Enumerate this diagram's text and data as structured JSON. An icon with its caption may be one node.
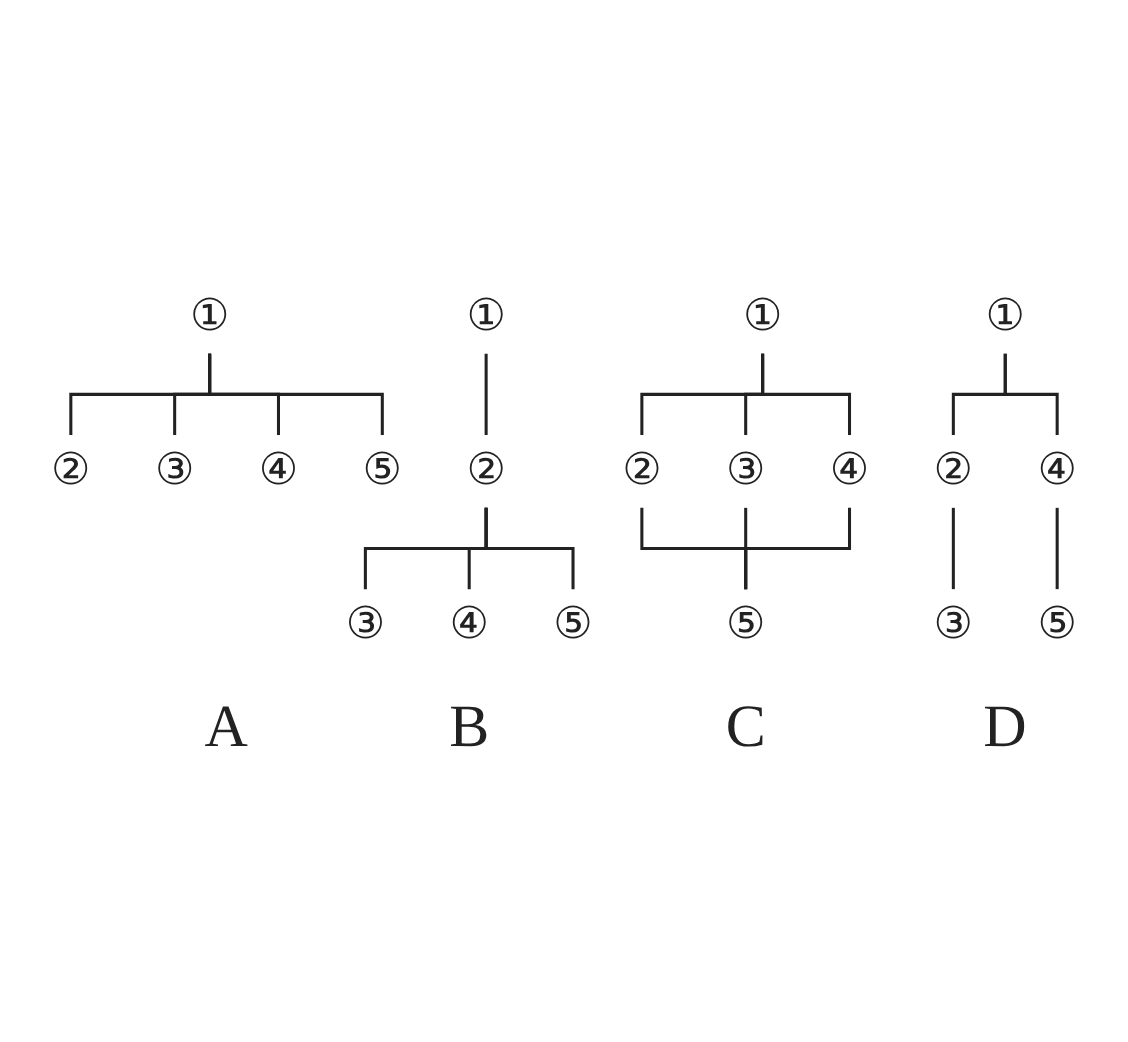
{
  "diagram": {
    "nodes": [
      {
        "text": [
          "①"
        ]
      },
      {
        "text": [
          "②"
        ]
      },
      {
        "text": [
          "③"
        ]
      },
      {
        "text": [
          "④"
        ]
      },
      {
        "text": [
          "⑤"
        ]
      },
      {
        "text": [
          "①"
        ]
      },
      {
        "text": [
          "②"
        ]
      },
      {
        "text": [
          "③"
        ]
      },
      {
        "text": [
          "④"
        ]
      },
      {
        "text": [
          "⑤"
        ]
      },
      {
        "text": [
          "①"
        ]
      },
      {
        "text": [
          "②"
        ]
      },
      {
        "text": [
          "③"
        ]
      },
      {
        "text": [
          "④"
        ]
      },
      {
        "text": [
          "⑤"
        ]
      },
      {
        "text": [
          "①"
        ]
      },
      {
        "text": [
          "②"
        ]
      },
      {
        "text": [
          "④"
        ]
      },
      {
        "text": [
          "③"
        ]
      },
      {
        "text": [
          "⑤"
        ]
      }
    ],
    "edges": [
      {
        "from": 0,
        "to": 1,
        "arrow": "none"
      },
      {
        "from": 0,
        "to": 2,
        "arrow": "none"
      },
      {
        "from": 0,
        "to": 3,
        "arrow": "none"
      },
      {
        "from": 0,
        "to": 4,
        "arrow": "none"
      },
      {
        "from": 5,
        "to": 6,
        "arrow": "none"
      },
      {
        "from": 6,
        "to": 7,
        "arrow": "none"
      },
      {
        "from": 6,
        "to": 8,
        "arrow": "none"
      },
      {
        "from": 6,
        "to": 9,
        "arrow": "none"
      },
      {
        "from": 10,
        "to": 11,
        "arrow": "none"
      },
      {
        "from": 10,
        "to": 12,
        "arrow": "none"
      },
      {
        "from": 10,
        "to": 13,
        "arrow": "none"
      },
      {
        "from": 11,
        "to": 14,
        "arrow": "none"
      },
      {
        "from": 12,
        "to": 14,
        "arrow": "none"
      },
      {
        "from": 13,
        "to": 14,
        "arrow": "none"
      },
      {
        "from": 15,
        "to": 16,
        "arrow": "none"
      },
      {
        "from": 15,
        "to": 17,
        "arrow": "none"
      },
      {
        "from": 16,
        "to": 18,
        "arrow": "none"
      },
      {
        "from": 17,
        "to": 19,
        "arrow": "none"
      }
    ],
    "labels": [
      "A",
      "B",
      "C",
      "D"
    ]
  }
}
